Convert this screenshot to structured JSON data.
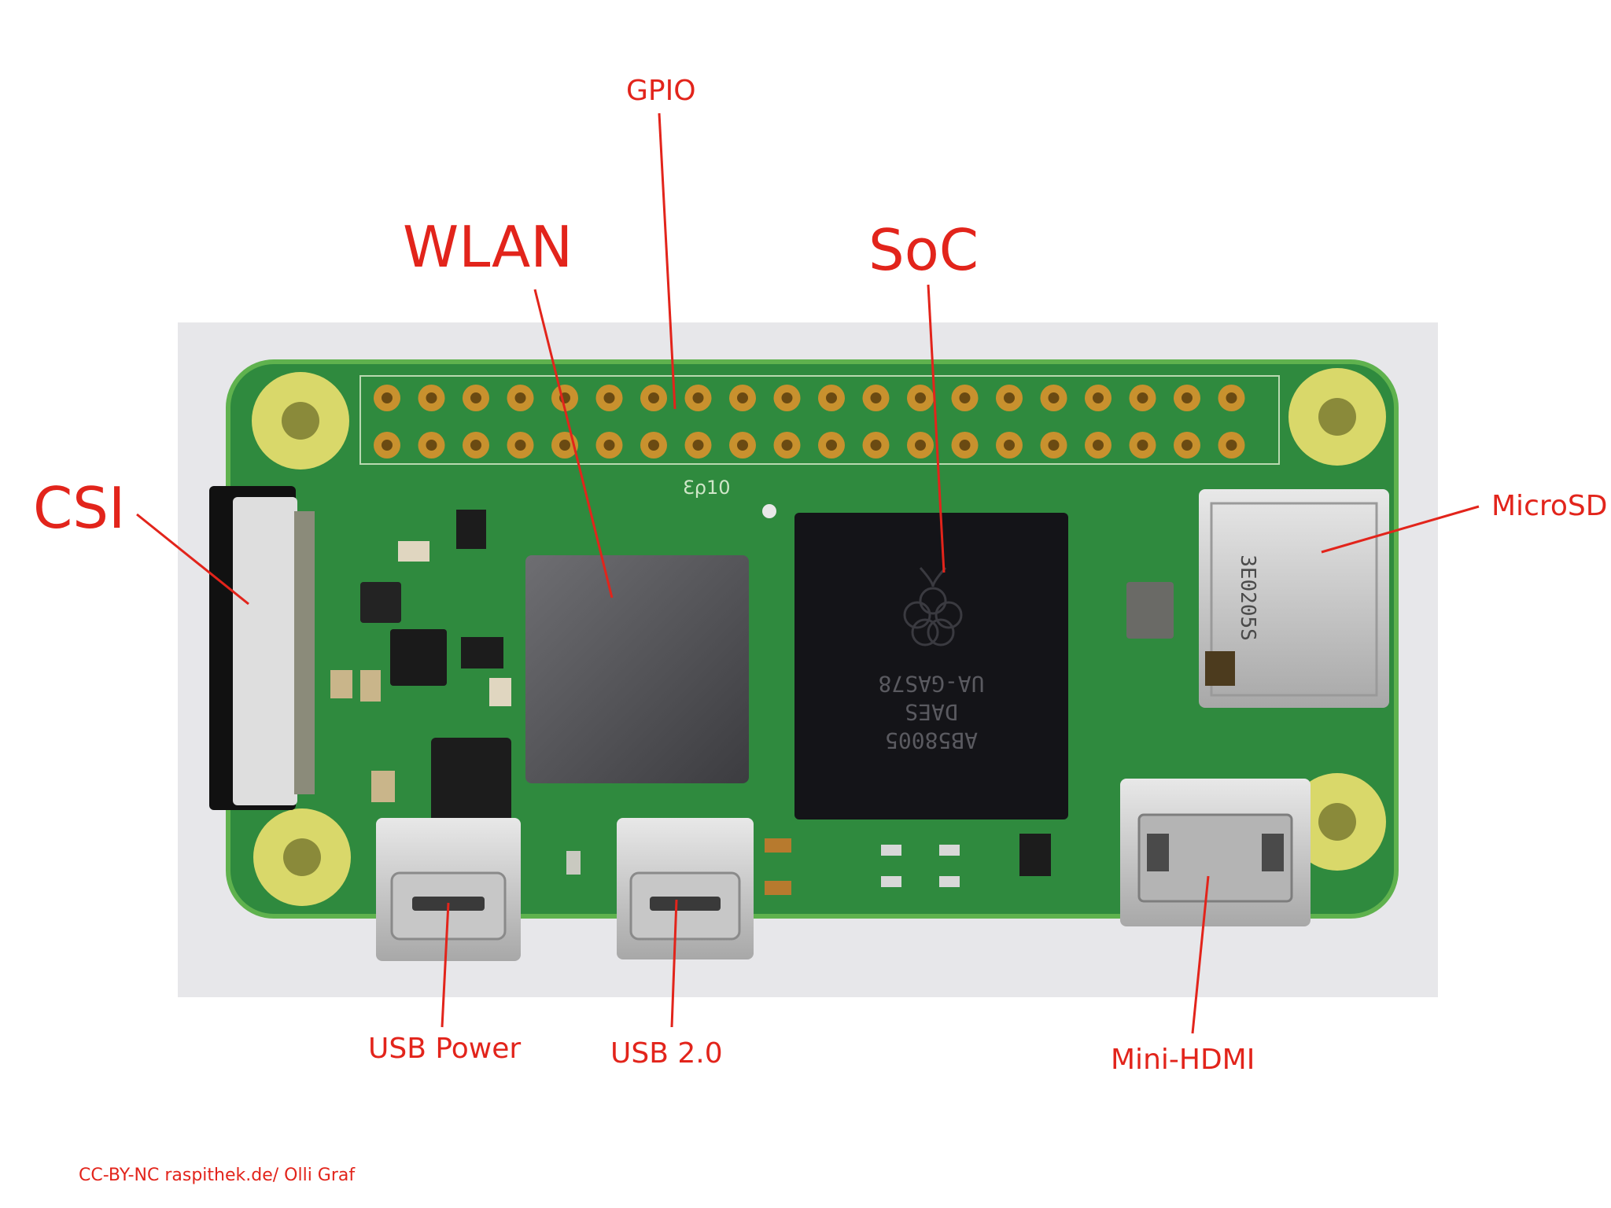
{
  "labels": {
    "gpio": "GPIO",
    "wlan": "WLAN",
    "soc": "SoC",
    "csi": "CSI",
    "microsd": "MicroSD",
    "usb_power": "USB Power",
    "usb2": "USB 2.0",
    "mini_hdmi": "Mini-HDMI"
  },
  "credit": "CC-BY-NC raspithek.de/ Olli Graf",
  "board": {
    "silkscreen_top": "Ɛρ10",
    "soc_marking": [
      "UA-GAS78",
      "DAES",
      "AB58005"
    ],
    "sd_marking": "3E0205S"
  },
  "colors": {
    "label": "#e2241b",
    "pcb": "#2f8a3e",
    "photo_background": "#e6e6e8"
  }
}
